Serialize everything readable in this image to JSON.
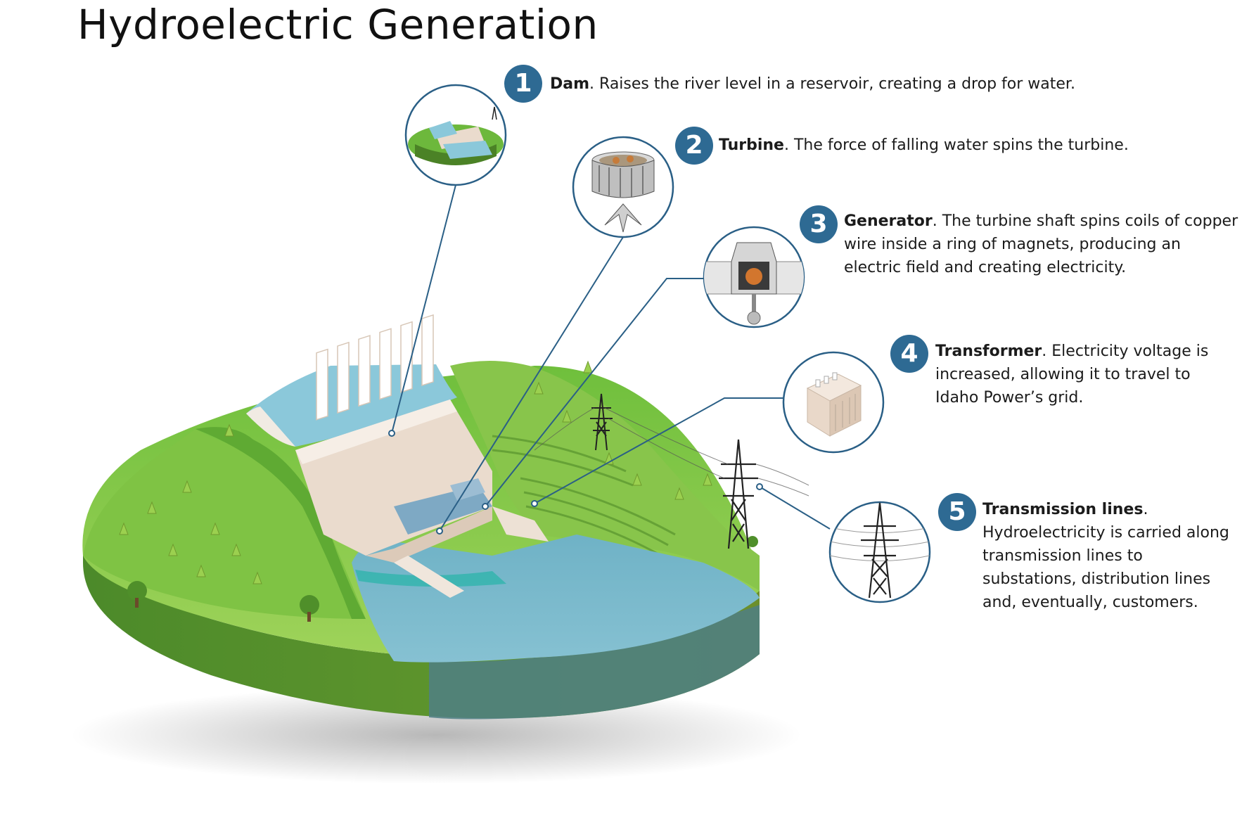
{
  "title": "Hydroelectric Generation",
  "colors": {
    "accent": "#2e6a93",
    "callout_line": "#2a5f86",
    "water": "#7ab6c9",
    "grass_light": "#8ccb4e",
    "grass_dark": "#4f9a2c",
    "soil": "#587f2a",
    "concrete": "#efe2d6"
  },
  "steps": [
    {
      "number": "1",
      "label": "Dam",
      "text": ". Raises the river level in a reservoir, creating a drop for water.",
      "icon": "dam-thumbnail-icon"
    },
    {
      "number": "2",
      "label": "Turbine",
      "text": ". The force of falling water spins the turbine.",
      "icon": "turbine-icon"
    },
    {
      "number": "3",
      "label": "Generator",
      "text": ". The turbine shaft spins coils of copper wire inside a ring of magnets, producing an electric field and creating electricity.",
      "icon": "generator-icon"
    },
    {
      "number": "4",
      "label": "Transformer",
      "text": ". Electricity voltage is increased, allowing it to travel to Idaho Power’s grid.",
      "icon": "transformer-icon"
    },
    {
      "number": "5",
      "label": "Transmission lines",
      "text": ". Hydroelectricity is carried along transmission lines to substations, distribution lines and, eventually, customers.",
      "icon": "transmission-tower-icon"
    }
  ]
}
